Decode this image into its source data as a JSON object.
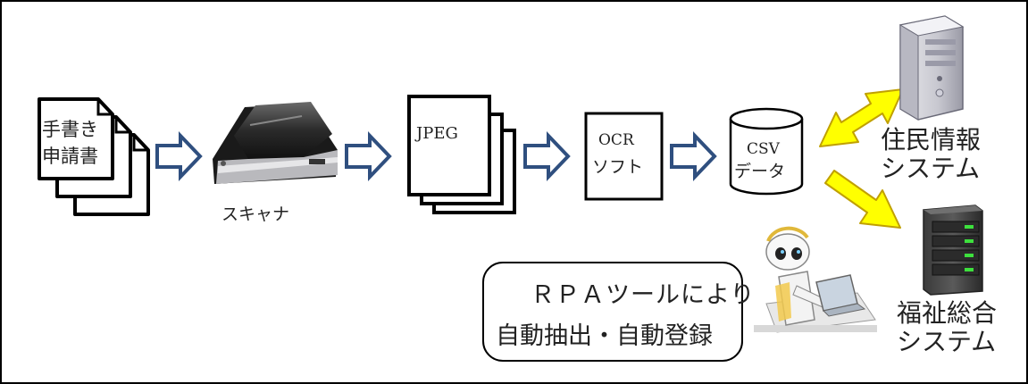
{
  "handwritten_form": {
    "line1": "手書き",
    "line2": "申請書"
  },
  "scanner": {
    "label": "スキャナ"
  },
  "jpeg": {
    "label": "JPEG"
  },
  "ocr": {
    "line1": "OCR",
    "line2": "ソフト"
  },
  "csv": {
    "line1": "CSV",
    "line2": "データ"
  },
  "resident_system": {
    "line1": "住民情報",
    "line2": "システム"
  },
  "welfare_system": {
    "line1": "福祉総合",
    "line2": "システム"
  },
  "rpa_callout": {
    "line1": "ＲＰＡツールにより",
    "line2": "自動抽出・自動登録"
  },
  "colors": {
    "flow_arrow_stroke": "#2f4f7f",
    "sync_arrow_fill": "#ffff00",
    "sync_arrow_stroke": "#c0a000"
  }
}
